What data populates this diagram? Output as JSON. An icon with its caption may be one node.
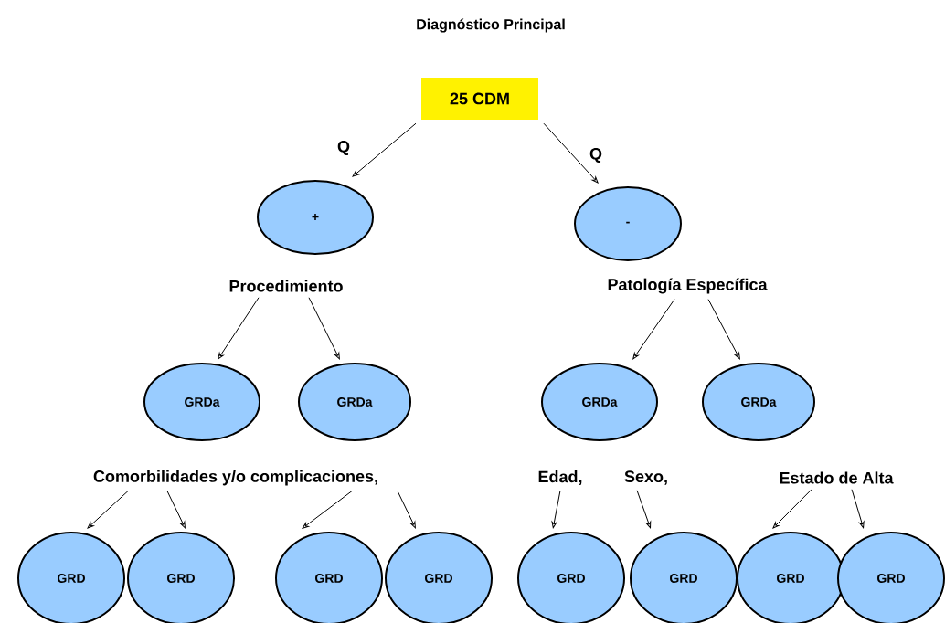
{
  "diagram": {
    "title": "Diagnóstico Principal",
    "nodes": [
      {
        "text": [
          "25 CDM"
        ]
      },
      {
        "text": [
          "+"
        ]
      },
      {
        "text": [
          "-"
        ]
      },
      {
        "text": [
          "Procedimiento"
        ]
      },
      {
        "text": [
          "Patología Específica"
        ]
      },
      {
        "text": [
          "GRDa"
        ]
      },
      {
        "text": [
          "GRDa"
        ]
      },
      {
        "text": [
          "GRDa"
        ]
      },
      {
        "text": [
          "GRDa"
        ]
      },
      {
        "text": [
          "Comorbilidades y/o complicaciones,"
        ]
      },
      {
        "text": [
          "Edad,"
        ]
      },
      {
        "text": [
          "Sexo,"
        ]
      },
      {
        "text": [
          "Estado de Alta"
        ]
      },
      {
        "text": [
          "GRD"
        ]
      },
      {
        "text": [
          "GRD"
        ]
      },
      {
        "text": [
          "GRD"
        ]
      },
      {
        "text": [
          "GRD"
        ]
      },
      {
        "text": [
          "GRD"
        ]
      },
      {
        "text": [
          "GRD"
        ]
      },
      {
        "text": [
          "GRD"
        ]
      },
      {
        "text": [
          "GRD"
        ]
      }
    ],
    "edges": [
      {
        "from": 0,
        "to": 1,
        "arrow": "to",
        "label": "Q"
      },
      {
        "from": 0,
        "to": 2,
        "arrow": "to",
        "label": "Q"
      },
      {
        "from": 3,
        "to": 5,
        "arrow": "to"
      },
      {
        "from": 3,
        "to": 6,
        "arrow": "to"
      },
      {
        "from": 4,
        "to": 7,
        "arrow": "to"
      },
      {
        "from": 4,
        "to": 8,
        "arrow": "to"
      },
      {
        "from": 9,
        "to": 13,
        "arrow": "to"
      },
      {
        "from": 9,
        "to": 14,
        "arrow": "to"
      },
      {
        "from": 9,
        "to": 15,
        "arrow": "to"
      },
      {
        "from": 9,
        "to": 16,
        "arrow": "to"
      },
      {
        "from": 10,
        "to": 17,
        "arrow": "to"
      },
      {
        "from": 11,
        "to": 18,
        "arrow": "to"
      },
      {
        "from": 12,
        "to": 19,
        "arrow": "to"
      },
      {
        "from": 12,
        "to": 20,
        "arrow": "to"
      }
    ]
  }
}
